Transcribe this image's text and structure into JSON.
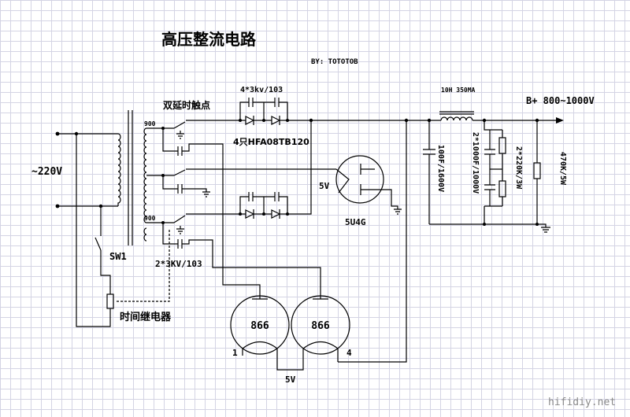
{
  "page": {
    "title": "高压整流电路",
    "author": "BY: TOTOTOB"
  },
  "mains": {
    "label": "~220V",
    "switch": "SW1",
    "relay": "时间继电器"
  },
  "transformer": {
    "tap_top": "900",
    "tap_bottom": "900"
  },
  "relay_contacts": {
    "label": "双延时触点"
  },
  "rectifier": {
    "caps_top": "4*3kv/103",
    "diodes": "4只HFA08TB120",
    "caps_bottom": "2*3KV/103"
  },
  "rectifier_tube": {
    "filament": "5V",
    "type": "5U4G"
  },
  "filter": {
    "choke": "10H 350MA",
    "output": "B+ 800~1000V",
    "cap1": "100F/1600V",
    "cap2": "2*1000F/1000V",
    "res1": "2*220K/3W",
    "res2": "470K/5W"
  },
  "mercury_tubes": {
    "tube_left": "866",
    "tube_right": "866",
    "pin_left": "1",
    "pin_right": "4",
    "filament": "5V"
  },
  "watermark": "hifidiy.net",
  "colors": {
    "ink": "#000000",
    "grid": "#d4d4e4",
    "watermark": "#8a8a8a"
  }
}
